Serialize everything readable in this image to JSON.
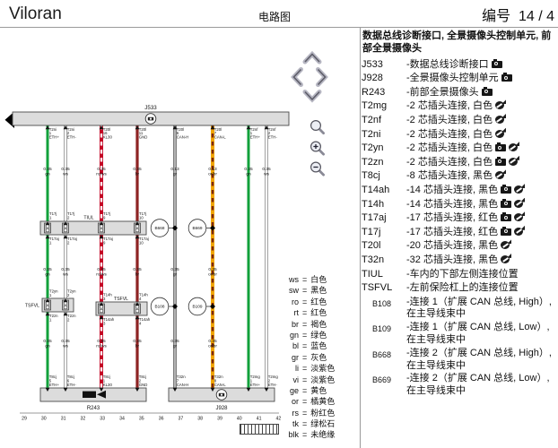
{
  "header": {
    "brand": "Viloran",
    "doc_title": "电路图",
    "page_label": "编号  14 / 4"
  },
  "nav": {
    "icons": [
      "pan-up",
      "pan-left",
      "pan-right",
      "pan-down",
      "zoom-reset",
      "zoom-in",
      "zoom-out"
    ]
  },
  "panel": {
    "title": "数据总线诊断接口, 全景摄像头控制单元, 前部全景摄像头",
    "items": [
      {
        "code": "J533",
        "desc": "-数据总线诊断接口",
        "icons": [
          "camera"
        ],
        "small": false
      },
      {
        "code": "J928",
        "desc": "-全景摄像头控制单元",
        "icons": [
          "camera"
        ],
        "small": false
      },
      {
        "code": "R243",
        "desc": "-前部全景摄像头",
        "icons": [
          "camera"
        ],
        "small": false
      },
      {
        "code": "T2mg",
        "desc": "-2 芯插头连接, 白色",
        "icons": [
          "connector"
        ],
        "small": false
      },
      {
        "code": "T2nf",
        "desc": "-2 芯插头连接, 白色",
        "icons": [
          "connector"
        ],
        "small": false
      },
      {
        "code": "T2ni",
        "desc": "-2 芯插头连接, 白色",
        "icons": [
          "connector"
        ],
        "small": false
      },
      {
        "code": "T2yn",
        "desc": "-2 芯插头连接, 白色",
        "icons": [
          "camera",
          "connector"
        ],
        "small": false
      },
      {
        "code": "T2zn",
        "desc": "-2 芯插头连接, 白色",
        "icons": [
          "camera",
          "connector"
        ],
        "small": false
      },
      {
        "code": "T8cj",
        "desc": "-8 芯插头连接, 黑色",
        "icons": [
          "connector"
        ],
        "small": false
      },
      {
        "code": "T14ah",
        "desc": "-14 芯插头连接, 黑色",
        "icons": [
          "camera",
          "connector"
        ],
        "small": false
      },
      {
        "code": "T14h",
        "desc": "-14 芯插头连接, 黑色",
        "icons": [
          "camera",
          "connector"
        ],
        "small": false
      },
      {
        "code": "T17aj",
        "desc": "-17 芯插头连接, 红色",
        "icons": [
          "camera",
          "connector"
        ],
        "small": false
      },
      {
        "code": "T17j",
        "desc": "-17 芯插头连接, 红色",
        "icons": [
          "camera",
          "connector"
        ],
        "small": false
      },
      {
        "code": "T20l",
        "desc": "-20 芯插头连接, 黑色",
        "icons": [
          "connector"
        ],
        "small": false
      },
      {
        "code": "T32n",
        "desc": "-32 芯插头连接, 黑色",
        "icons": [
          "connector"
        ],
        "small": false
      },
      {
        "code": "TIUL",
        "desc": "-车内的下部左侧连接位置",
        "icons": [],
        "small": false
      },
      {
        "code": "TSFVL",
        "desc": "-左前保险杠上的连接位置",
        "icons": [],
        "small": false
      },
      {
        "code": "B108",
        "desc": "-连接 1（扩展 CAN 总线, High）, 在主导线束中",
        "icons": [],
        "small": true
      },
      {
        "code": "B109",
        "desc": "-连接 1（扩展 CAN 总线, Low）, 在主导线束中",
        "icons": [],
        "small": true
      },
      {
        "code": "B668",
        "desc": "-连接 2（扩展 CAN 总线, High）, 在主导线束中",
        "icons": [],
        "small": true
      },
      {
        "code": "B669",
        "desc": "-连接 2（扩展 CAN 总线, Low）, 在主导线束中",
        "icons": [],
        "small": true
      }
    ]
  },
  "color_legend": [
    [
      "ws",
      "白色"
    ],
    [
      "sw",
      "黑色"
    ],
    [
      "ro",
      "红色"
    ],
    [
      "rt",
      "红色"
    ],
    [
      "br",
      "褐色"
    ],
    [
      "gn",
      "绿色"
    ],
    [
      "bl",
      "蓝色"
    ],
    [
      "gr",
      "灰色"
    ],
    [
      "li",
      "淡紫色"
    ],
    [
      "vi",
      "淡紫色"
    ],
    [
      "ge",
      "黄色"
    ],
    [
      "or",
      "橘黄色"
    ],
    [
      "rs",
      "粉红色"
    ],
    [
      "tk",
      "绿松石"
    ],
    [
      "blk",
      "未绝缘"
    ]
  ],
  "diagram": {
    "top_box": {
      "label": "J533"
    },
    "camera_box": {
      "label": "R243"
    },
    "control_box": {
      "label": "J928"
    },
    "junction_labels": {
      "tiul": "TIUL",
      "tsfvl_left": "TSFVL",
      "tsfvl_mid": "TSFVL"
    },
    "links": [
      {
        "id": "B668"
      },
      {
        "id": "B669"
      },
      {
        "id": "B108"
      },
      {
        "id": "B109"
      }
    ],
    "wires": [
      {
        "color_code": "gn",
        "gauges": [
          "0.35",
          "0.35",
          "0.35"
        ],
        "top": [
          "T2ni",
          "1",
          "ETH+"
        ],
        "jt": [
          "T17j",
          "1"
        ],
        "jb": [
          "T17aj",
          "1"
        ],
        "st": [
          "T2yn",
          "1"
        ],
        "sb": [
          "T2zn",
          "1"
        ],
        "bot": [
          "T8cj",
          "5",
          "ETH+"
        ]
      },
      {
        "color_code": "ws",
        "gauges": [
          "0.35",
          "0.35",
          "0.35"
        ],
        "top": [
          "T2ni",
          "2",
          "ETH-"
        ],
        "jt": [
          "T17j",
          "2"
        ],
        "jb": [
          "T17aj",
          "2"
        ],
        "st": [
          "T2yn",
          "2"
        ],
        "sb": [
          "T2zn",
          "2"
        ],
        "bot": [
          "T8cj",
          "6",
          "ETH-"
        ]
      },
      {
        "color_code": "ro/ws",
        "gauges": [
          "0.35",
          "0.35",
          "0.35"
        ],
        "top": [
          "T20l",
          "16",
          "KL30"
        ],
        "jt": [
          "T17j",
          "9"
        ],
        "jb": [
          "T17aj",
          "9"
        ],
        "st": [
          "T14h",
          "3"
        ],
        "sb": [
          "T14ah",
          "3"
        ],
        "bot": [
          "T8cj",
          "1",
          "KL30"
        ]
      },
      {
        "color_code": "br",
        "gauges": [
          "0.35",
          "0.35",
          "0.35"
        ],
        "top": [
          "T20l",
          "11",
          "GND"
        ],
        "jt": [
          "T17j",
          "10"
        ],
        "jb": [
          "T17aj",
          "10"
        ],
        "st": [
          "T14h",
          "4"
        ],
        "sb": [
          "T14ah",
          "4"
        ],
        "bot": [
          "T8cj",
          "2",
          "GND"
        ]
      },
      {
        "color_code": "gr",
        "gauges": [
          "0.13",
          "0.35",
          "0.35"
        ],
        "top": [
          "T20l",
          "6",
          "CAN-H"
        ],
        "jt": null,
        "jb": null,
        "st": null,
        "sb": null,
        "bot": [
          "T32n",
          "7",
          "CAN-H"
        ]
      },
      {
        "color_code": "or/br",
        "gauges": [
          "0.13",
          "0.35",
          "0.35"
        ],
        "top": [
          "T20l",
          "7",
          "CAN-L"
        ],
        "jt": null,
        "jb": null,
        "st": null,
        "sb": null,
        "bot": [
          "T32n",
          "8",
          "CAN-L"
        ]
      },
      {
        "color_code": "gn",
        "gauges": [
          "0.35"
        ],
        "top": [
          "T2nf",
          "1",
          "ETH+"
        ],
        "jt": null,
        "jb": null,
        "st": null,
        "sb": null,
        "bot": [
          "T2mg",
          "1",
          "ETH+"
        ]
      },
      {
        "color_code": "ws",
        "gauges": [
          "0.35"
        ],
        "top": [
          "T2nf",
          "2",
          "ETH-"
        ],
        "jt": null,
        "jb": null,
        "st": null,
        "sb": null,
        "bot": [
          "T2mg",
          "2",
          "ETH-"
        ]
      }
    ],
    "ruler": [
      "29",
      "30",
      "31",
      "32",
      "33",
      "34",
      "35",
      "36",
      "37",
      "38",
      "39",
      "40",
      "41",
      "42"
    ]
  }
}
